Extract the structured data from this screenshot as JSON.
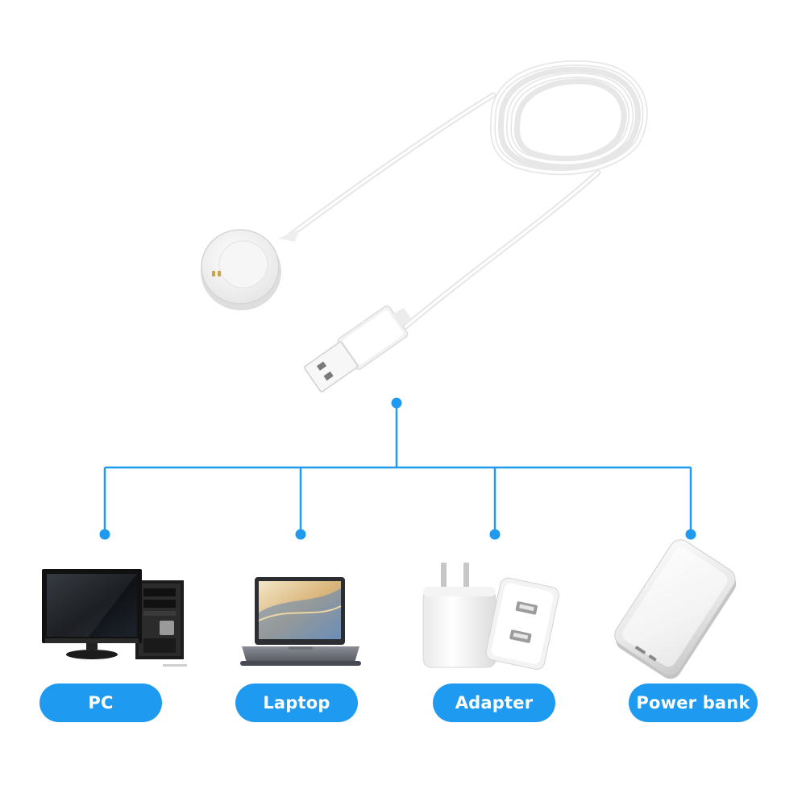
{
  "colors": {
    "accent": "#1e9bf0",
    "background": "#ffffff",
    "label_text": "#ffffff"
  },
  "product": {
    "cable": "white-usb-charging-cable-icon",
    "charger": "round-magnetic-charger-icon",
    "plug": "usb-a-plug-icon"
  },
  "devices": [
    {
      "label": "PC",
      "icon": "desktop-pc-icon"
    },
    {
      "label": "Laptop",
      "icon": "laptop-icon"
    },
    {
      "label": "Adapter",
      "icon": "usb-wall-adapter-icon"
    },
    {
      "label": "Power bank",
      "icon": "power-bank-icon"
    }
  ]
}
